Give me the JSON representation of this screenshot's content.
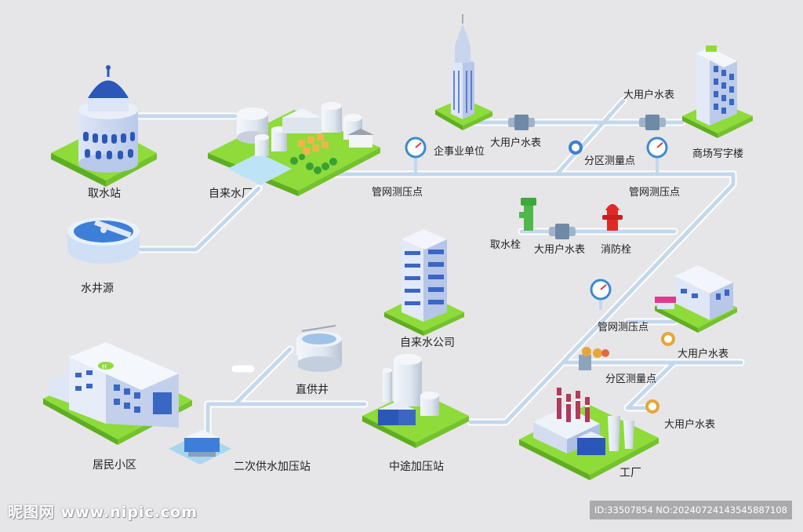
{
  "labels": {
    "intake_station": "取水站",
    "water_plant": "自来水厂",
    "well_source": "水井源",
    "enterprise": "企事业单位",
    "big_meter_1": "大用户水表",
    "big_meter_2": "大用户水表",
    "big_meter_3": "大用户水表",
    "big_meter_4": "大用户水表",
    "big_meter_5": "大用户水表",
    "zone_point_1": "分区测量点",
    "zone_point_2": "分区测量点",
    "pressure_point_1": "管网测压点",
    "pressure_point_2": "管网测压点",
    "pressure_point_3": "管网测压点",
    "mall_office": "商场写字楼",
    "hydrant_intake": "取水栓",
    "fire_hydrant": "消防栓",
    "water_company": "自来水公司",
    "direct_well": "直供井",
    "residential": "居民小区",
    "secondary_booster": "二次供水加压站",
    "midway_booster": "中途加压站",
    "factory": "工厂"
  },
  "watermark": {
    "logo": "昵图网 www.nipic.com",
    "id_text": "ID:33507854 NO:20240724143545887108"
  },
  "colors": {
    "background": "#e6e6e8",
    "pipe": "#c4d8ec",
    "pipe_edge": "#ffffff",
    "grass": "#8edb3a",
    "building_blue": "#5f8fe0",
    "building_dark": "#2b58b8",
    "hydrant_green": "#4fb84a",
    "hydrant_red": "#e02a2a"
  }
}
